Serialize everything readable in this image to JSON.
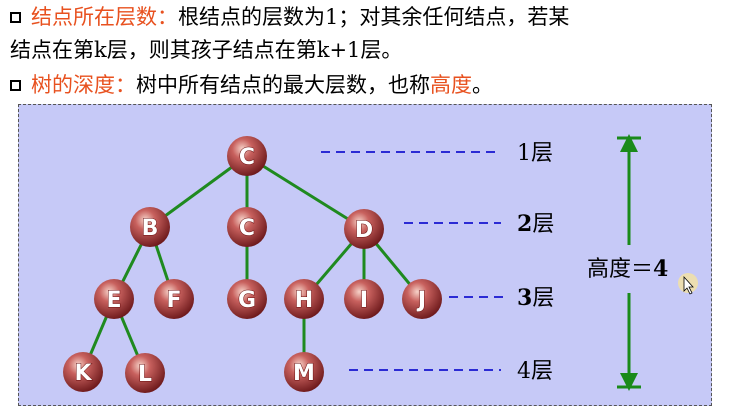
{
  "text": {
    "bullet1_term": "结点所在层数：",
    "bullet1_text": "根结点的层数为1；对其余任何结点，若某",
    "bullet1_cont": "结点在第k层，则其孩子结点在第k+1层。",
    "bullet2_term": "树的深度：",
    "bullet2_text": "树中所有结点的最大层数，也称",
    "bullet2_hl": "高度",
    "bullet2_end": "。"
  },
  "tree": {
    "nodes": [
      {
        "id": "n1",
        "label": "C",
        "level": 1
      },
      {
        "id": "n2",
        "label": "B",
        "level": 2
      },
      {
        "id": "n3",
        "label": "C",
        "level": 2
      },
      {
        "id": "n4",
        "label": "D",
        "level": 2
      },
      {
        "id": "n5",
        "label": "E",
        "level": 3
      },
      {
        "id": "n6",
        "label": "F",
        "level": 3
      },
      {
        "id": "n7",
        "label": "G",
        "level": 3
      },
      {
        "id": "n8",
        "label": "H",
        "level": 3
      },
      {
        "id": "n9",
        "label": "I",
        "level": 3
      },
      {
        "id": "n10",
        "label": "J",
        "level": 3
      },
      {
        "id": "n11",
        "label": "K",
        "level": 4
      },
      {
        "id": "n12",
        "label": "L",
        "level": 4
      },
      {
        "id": "n13",
        "label": "M",
        "level": 4
      }
    ],
    "edges": [
      [
        "n1",
        "n2"
      ],
      [
        "n1",
        "n3"
      ],
      [
        "n1",
        "n4"
      ],
      [
        "n2",
        "n5"
      ],
      [
        "n2",
        "n6"
      ],
      [
        "n3",
        "n7"
      ],
      [
        "n4",
        "n8"
      ],
      [
        "n4",
        "n9"
      ],
      [
        "n4",
        "n10"
      ],
      [
        "n5",
        "n11"
      ],
      [
        "n5",
        "n12"
      ],
      [
        "n8",
        "n13"
      ]
    ],
    "levels": [
      {
        "num": "1",
        "unit": "层",
        "bold": false
      },
      {
        "num": "2",
        "unit": "层",
        "bold": true
      },
      {
        "num": "3",
        "unit": "层",
        "bold": true
      },
      {
        "num": "4",
        "unit": "层",
        "bold": false
      }
    ],
    "height_label": "高度＝",
    "height_value": "4"
  },
  "colors": {
    "node_fill": "#b8484a",
    "edge": "#1f8a1f",
    "dash": "#2b2bd4",
    "arrow": "#1a8a1a",
    "accent": "#e8511f"
  }
}
